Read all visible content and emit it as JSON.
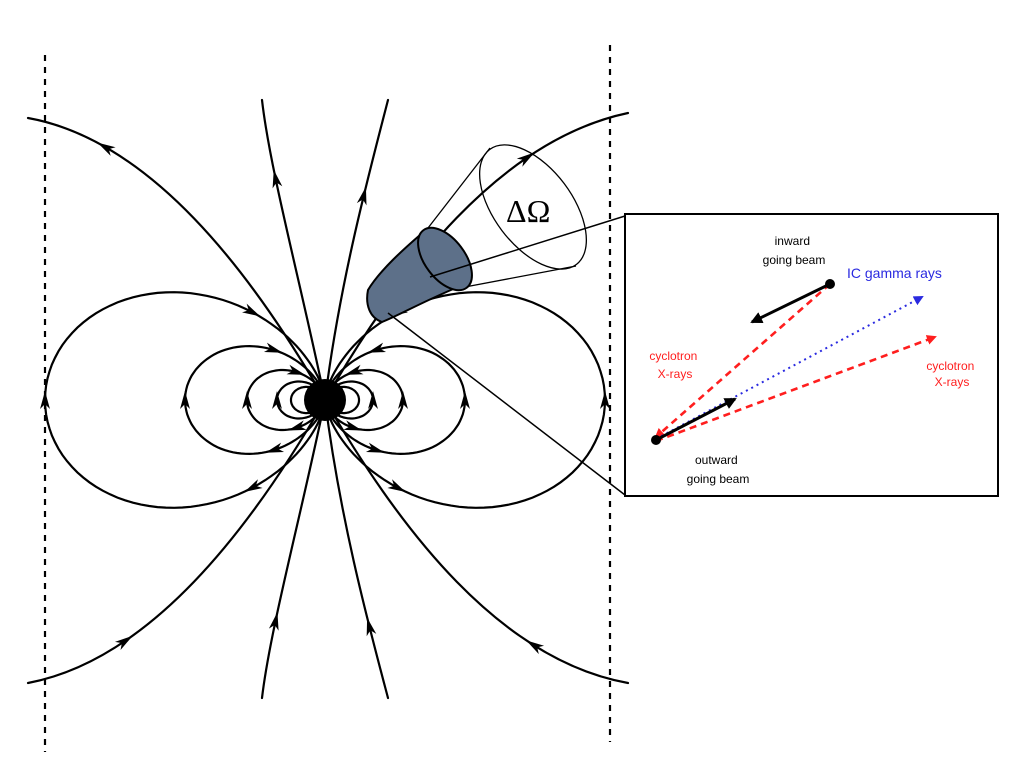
{
  "labels": {
    "solid_angle": "ΔΩ",
    "inward_line1": "inward",
    "inward_line2": "going beam",
    "ic_gamma": "IC gamma rays",
    "cyclotron_left_line1": "cyclotron",
    "cyclotron_left_line2": "X-rays",
    "cyclotron_right_line1": "cyclotron",
    "cyclotron_right_line2": "X-rays",
    "outward_line1": "outward",
    "outward_line2": "going beam"
  },
  "colors": {
    "field_lines": "#000000",
    "star": "#000000",
    "beam_tube": "#5d7089",
    "cyclotron": "#ff1e1e",
    "ic_gamma": "#2a2ae0",
    "beam_arrow": "#000000",
    "inset_border": "#000000"
  },
  "icons": {
    "neutron_star": "filled-black-circle",
    "field_arrows": "arrowhead-triangle"
  }
}
